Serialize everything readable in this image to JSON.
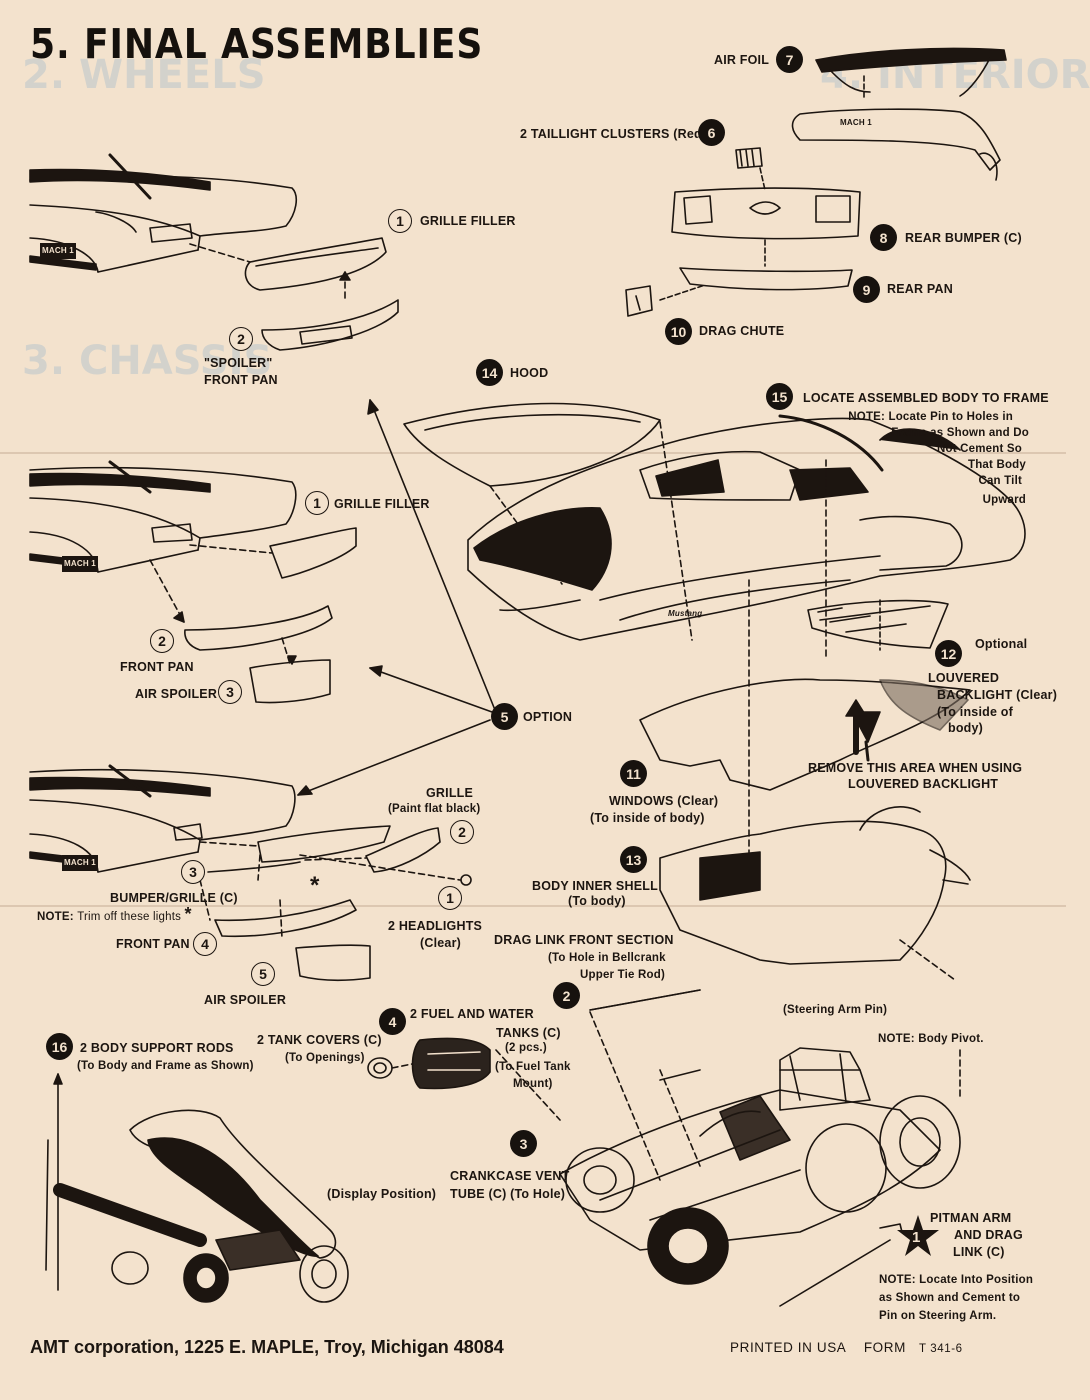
{
  "title": "5. FINAL ASSEMBLIES",
  "ghost_text": [
    "2. WHEELS",
    "3. CHASSIS",
    "4. INTERIOR"
  ],
  "labels": {
    "grille_filler_top": "GRILLE FILLER",
    "spoiler_front_pan": [
      "\"SPOILER\"",
      "FRONT PAN"
    ],
    "grille_filler_mid": "GRILLE FILLER",
    "front_pan_mid": "FRONT PAN",
    "air_spoiler_mid": "AIR SPOILER",
    "option": "OPTION",
    "grille": [
      "GRILLE",
      "(Paint flat black)"
    ],
    "bumper_grille": "BUMPER/GRILLE (C)",
    "note_key": "NOTE:",
    "note_trim": "Trim off these lights",
    "trim_star": "*",
    "front_pan_bot": "FRONT PAN",
    "headlights": [
      "2 HEADLIGHTS",
      "(Clear)"
    ],
    "air_spoiler_bot": "AIR SPOILER",
    "air_foil": "AIR FOIL",
    "taillight_clusters": "2 TAILLIGHT CLUSTERS (Red)",
    "rear_bumper": "REAR BUMPER (C)",
    "rear_pan": "REAR PAN",
    "drag_chute": "DRAG CHUTE",
    "hood": "HOOD",
    "locate_body": "LOCATE ASSEMBLED BODY TO FRAME",
    "locate_note": [
      "NOTE: Locate Pin to Holes in",
      "Frame as Shown and Do",
      "Not Cement So",
      "That Body",
      "Can Tilt",
      "Upward"
    ],
    "optional": "Optional",
    "louvered_backlight": [
      "LOUVERED",
      "BACKLIGHT (Clear)",
      "(To inside of",
      "body)"
    ],
    "remove_area": [
      "REMOVE THIS AREA WHEN USING",
      "LOUVERED BACKLIGHT"
    ],
    "windows": [
      "WINDOWS (Clear)",
      "(To inside of body)"
    ],
    "body_inner_shell": [
      "BODY INNER SHELL",
      "(To body)"
    ],
    "drag_link": [
      "DRAG LINK FRONT SECTION",
      "(To Hole in Bellcrank",
      "Upper Tie Rod)"
    ],
    "steering_arm_pin": "(Steering Arm Pin)",
    "body_pivot_key": "NOTE:",
    "body_pivot": "Body Pivot.",
    "fuel_water": "2 FUEL AND WATER",
    "tanks": [
      "TANKS (C)",
      "(2 pcs.)",
      "(To Fuel Tank",
      "Mount)"
    ],
    "tank_covers": [
      "2 TANK COVERS (C)",
      "(To Openings)"
    ],
    "body_support": [
      "2 BODY SUPPORT RODS",
      "(To Body and Frame as Shown)"
    ],
    "crankcase": [
      "CRANKCASE VENT",
      "TUBE (C) (To Hole)"
    ],
    "display_position": "(Display Position)",
    "pitman": [
      "PITMAN ARM",
      "AND DRAG",
      "LINK (C)"
    ],
    "pitman_note": [
      "NOTE: Locate Into Position",
      "as Shown and  Cement to",
      "Pin on Steering Arm."
    ],
    "body_badge": "MACH 1",
    "door_badge": "Mustang",
    "rear_badge": "MACH 1"
  },
  "steps": {
    "grille_filler_top": "1",
    "spoiler_front_pan": "2",
    "grille_filler_mid": "1",
    "front_pan_mid": "2",
    "air_spoiler_mid": "3",
    "option": "5",
    "grille": "2",
    "bumper_grille": "3",
    "headlights": "1",
    "front_pan_bot": "4",
    "air_spoiler_bot": "5",
    "air_foil": "7",
    "taillight_clusters": "6",
    "rear_bumper": "8",
    "rear_pan": "9",
    "drag_chute": "10",
    "hood": "14",
    "locate_body": "15",
    "louvered_backlight": "12",
    "windows": "11",
    "body_inner_shell": "13",
    "drag_link": "2",
    "fuel_water": "4",
    "body_support": "16",
    "crankcase": "3",
    "pitman": "1"
  },
  "footer": {
    "company": "AMT corporation,",
    "address": "1225 E. MAPLE, Troy, Michigan 48084",
    "printed": "PRINTED IN USA",
    "form": "FORM",
    "form_no": "T 341-6"
  },
  "colors": {
    "paper": "#f3e2cd",
    "ink": "#1c1510",
    "ghost": "#b9c6cc"
  }
}
